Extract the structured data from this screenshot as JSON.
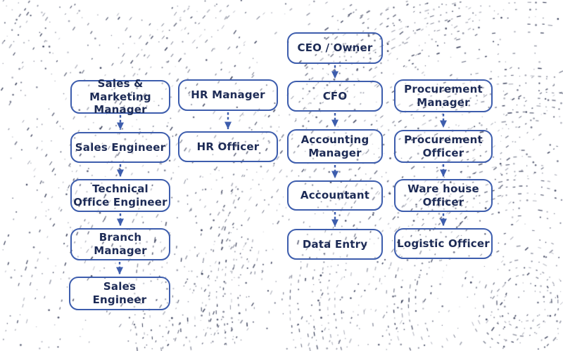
{
  "theme": {
    "border_blue": "#3d5dad",
    "text_navy": "#1d2b56",
    "arrow_blue": "#3d5dad",
    "dot_color": "#1a2140",
    "background": "#ffffff"
  },
  "diagram": {
    "type": "org-chart",
    "nodes": [
      {
        "id": "ceo-owner",
        "label": "CEO / Owner"
      },
      {
        "id": "sales-marketing-manager",
        "label": "Sales & Marketing\nManager"
      },
      {
        "id": "hr-manager",
        "label": "HR Manager"
      },
      {
        "id": "cfo",
        "label": "CFO"
      },
      {
        "id": "procurement-manager",
        "label": "Procurement\nManager"
      },
      {
        "id": "sales-engineer",
        "label": "Sales Engineer"
      },
      {
        "id": "hr-officer",
        "label": "HR Officer"
      },
      {
        "id": "accounting-manager",
        "label": "Accounting\nManager"
      },
      {
        "id": "procurement-officer",
        "label": "Procurement\nOfficer"
      },
      {
        "id": "technical-office-engineer",
        "label": "Technical\nOffice Engineer"
      },
      {
        "id": "accountant",
        "label": "Accountant"
      },
      {
        "id": "warehouse-officer",
        "label": "Ware house\nOfficer"
      },
      {
        "id": "branch-manager",
        "label": "Branch\nManager"
      },
      {
        "id": "data-entry",
        "label": "Data Entry"
      },
      {
        "id": "logistic-officer",
        "label": "Logistic Officer"
      },
      {
        "id": "sales-engineer-2",
        "label": "Sales\nEngineer"
      }
    ],
    "edges": [
      {
        "from": "ceo-owner",
        "to": "cfo"
      },
      {
        "from": "sales-marketing-manager",
        "to": "sales-engineer"
      },
      {
        "from": "hr-manager",
        "to": "hr-officer"
      },
      {
        "from": "cfo",
        "to": "accounting-manager"
      },
      {
        "from": "procurement-manager",
        "to": "procurement-officer"
      },
      {
        "from": "sales-engineer",
        "to": "technical-office-engineer"
      },
      {
        "from": "accounting-manager",
        "to": "accountant"
      },
      {
        "from": "procurement-officer",
        "to": "warehouse-officer"
      },
      {
        "from": "technical-office-engineer",
        "to": "branch-manager"
      },
      {
        "from": "accountant",
        "to": "data-entry"
      },
      {
        "from": "warehouse-officer",
        "to": "logistic-officer"
      },
      {
        "from": "branch-manager",
        "to": "sales-engineer-2"
      }
    ]
  }
}
